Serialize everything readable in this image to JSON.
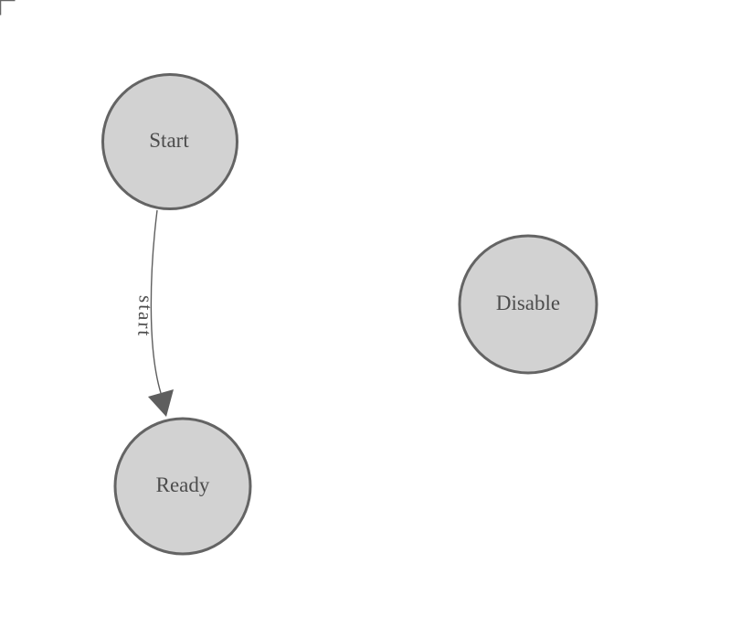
{
  "diagram": {
    "type": "state-machine",
    "background": "#ffffff",
    "nodes": [
      {
        "id": "start",
        "label": "Start"
      },
      {
        "id": "ready",
        "label": "Ready"
      },
      {
        "id": "disable",
        "label": "Disable"
      }
    ],
    "edges": [
      {
        "from": "Start",
        "to": "Ready",
        "label": "start"
      }
    ],
    "colors": {
      "node_fill": "#d2d2d2",
      "node_stroke": "#646464",
      "node_text": "#4c4c4c",
      "edge_stroke": "#5e5e5e",
      "arrowhead": "#5e5e5e",
      "edge_label_text": "#4c4c4c",
      "corner_mark": "#666666"
    }
  }
}
